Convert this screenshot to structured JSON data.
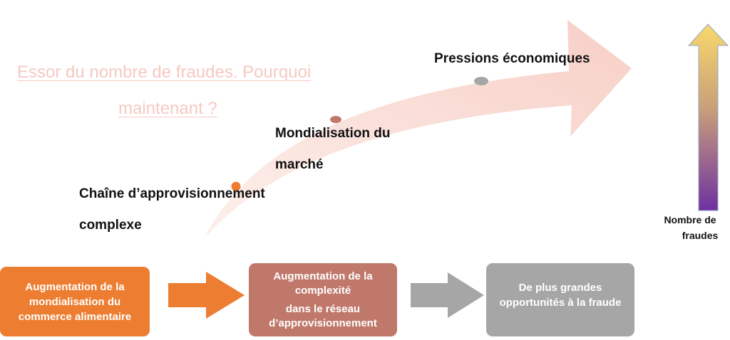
{
  "title": {
    "line1": "Essor du nombre de fraudes.  Pourquoi",
    "line2": "maintenant ?"
  },
  "stages": [
    {
      "line1": "Chaîne d’approvisionnement",
      "line2": "complexe",
      "dot_color": "#ed7d31"
    },
    {
      "line1": "Mondialisation du",
      "line2": "marché",
      "dot_color": "#c0786b"
    },
    {
      "line1": "Pressions économiques",
      "dot_color": "#a6a6a6"
    }
  ],
  "flow_boxes": [
    {
      "lines": [
        "Augmentation de la",
        "mondialisation du",
        "commerce  alimentaire"
      ],
      "color": "#ed7d31"
    },
    {
      "lines": [
        "Augmentation de la",
        "complexité",
        "dans le réseau",
        "d’approvisionnement"
      ],
      "color": "#c0786b"
    },
    {
      "lines": [
        "De plus grandes",
        "opportunités à la  fraude"
      ],
      "color": "#a6a6a6"
    }
  ],
  "flow_arrow_colors": [
    "#ed7d31",
    "#a6a6a6"
  ],
  "vertical_indicator": {
    "label_line1": "Nombre de",
    "label_line2": "fraudes",
    "gradient_top": "#f9d86b",
    "gradient_bottom": "#7030a0"
  },
  "curve_arrow_color": "#f8d4cc"
}
